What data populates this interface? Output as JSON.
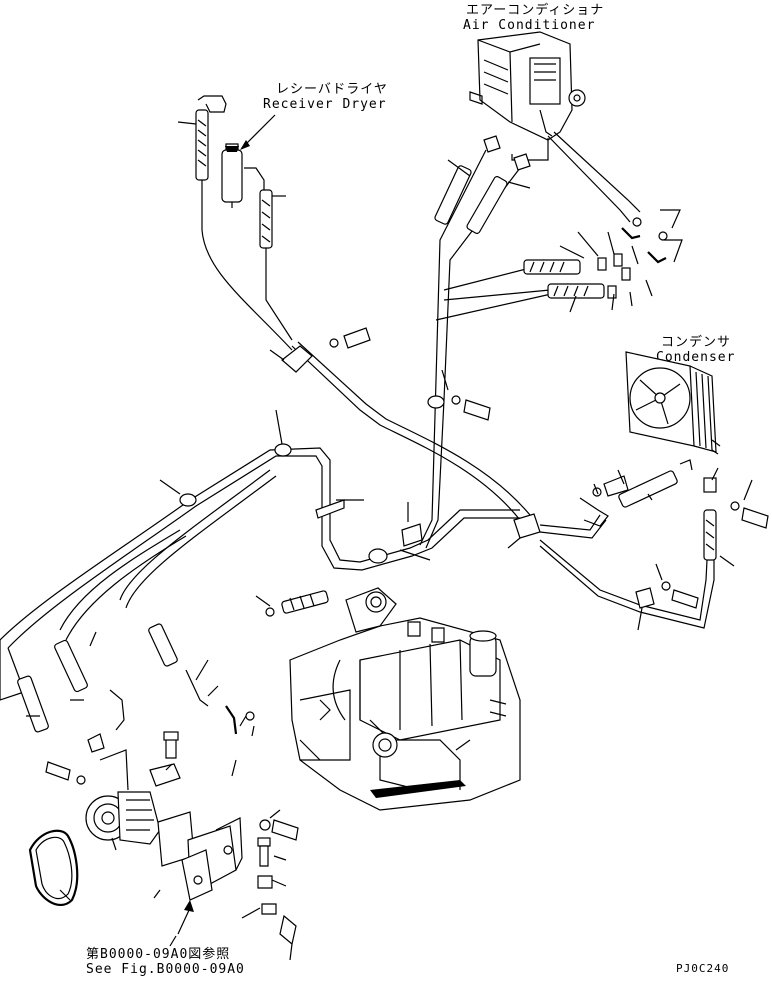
{
  "labels": {
    "air_conditioner_jp": "エアーコンディショナ",
    "air_conditioner_en": "Air Conditioner",
    "receiver_dryer_jp": "レシーバドライヤ",
    "receiver_dryer_en": "Receiver Dryer",
    "condenser_jp": "コンデンサ",
    "condenser_en": "Condenser",
    "see_fig_jp": "第B0000-09A0図参照",
    "see_fig_en": "See Fig.B0000-09A0",
    "drawing_code": "PJ0C240"
  }
}
